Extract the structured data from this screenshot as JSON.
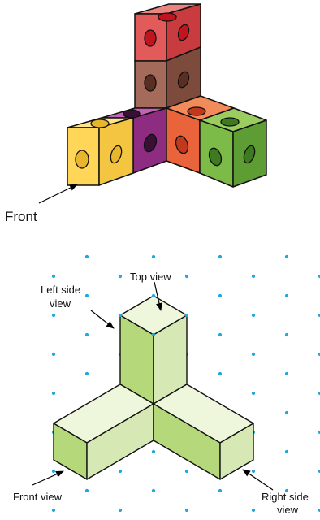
{
  "cubes_figure": {
    "label": "Front",
    "cube_colors": {
      "top_red": {
        "top": "#e98580",
        "front": "#e25a5a",
        "right": "#c83c3f",
        "hole": "#c0141f"
      },
      "middle_brown": {
        "top": "#b07c6b",
        "front": "#a46b5a",
        "right": "#7c4b3c",
        "hole": "#5a2e22"
      },
      "left_yellow": {
        "top": "#ffe68a",
        "front": "#ffd657",
        "right": "#f3c540",
        "hole": "#e8b52c"
      },
      "mid_purple": {
        "top": "#c562b7",
        "front": "#a23b95",
        "right": "#8e2c82",
        "hole": "#3a0f35"
      },
      "center_orange": {
        "top": "#f18c5a",
        "front": "#e9643a",
        "right": "#d04a22",
        "hole": "#c0391c"
      },
      "right_green": {
        "top": "#9bcc60",
        "front": "#7cbb48",
        "right": "#5e9c34",
        "hole": "#3d7a20"
      }
    }
  },
  "views_figure": {
    "labels": {
      "top": "Top view",
      "left_line1": "Left side",
      "left_line2": "view",
      "front": "Front view",
      "right_line1": "Right side",
      "right_line2": "view"
    },
    "colors": {
      "top_face": "#eef6dc",
      "front_face": "#b5d97a",
      "right_face": "#d6e9b4",
      "dot": "#1ea7e0"
    }
  }
}
